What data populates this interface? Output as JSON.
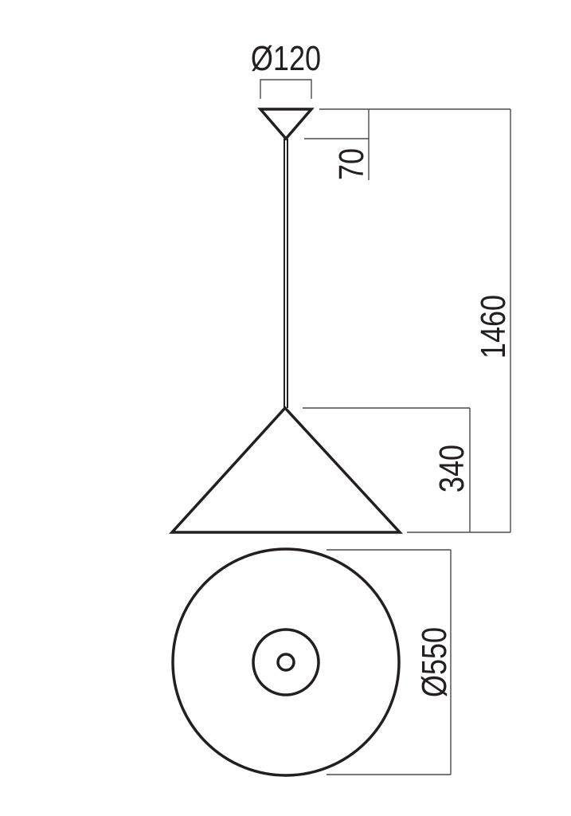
{
  "dimensions": {
    "canopy_diameter": "Ø120",
    "canopy_height": "70",
    "total_height": "1460",
    "shade_height": "340",
    "shade_diameter": "Ø550"
  },
  "colors": {
    "line": "#231f20",
    "dimension_line": "#4a4a4a"
  }
}
